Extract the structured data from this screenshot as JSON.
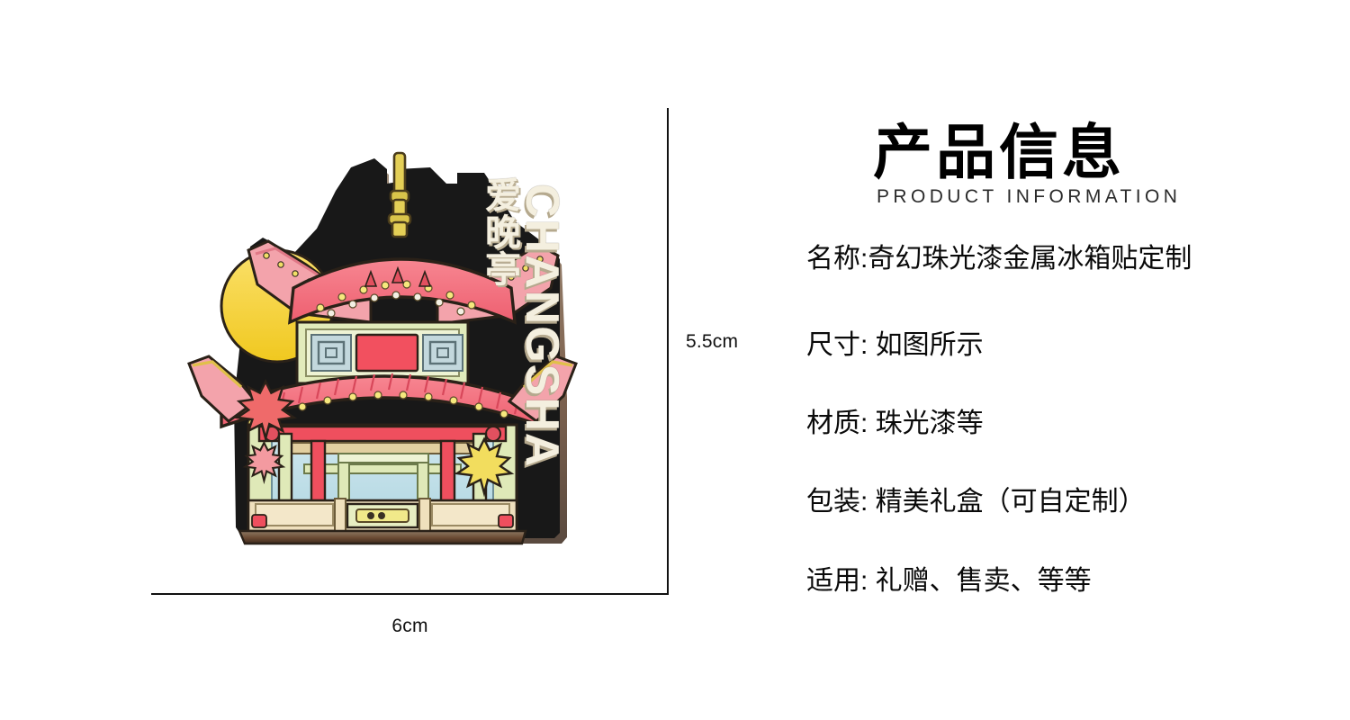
{
  "page": {
    "background_color": "#ffffff"
  },
  "product_photo": {
    "alt_name": "changsha-aiwan-pavilion-fridge-magnet",
    "magnet_text": {
      "chinese_vertical": "爱晚亭",
      "english_vertical": "CHANGSHA"
    },
    "colors": {
      "outline_black": "#1a1a1a",
      "roof_coral": "#f4737f",
      "roof_pink": "#f09aa4",
      "sun_yellow": "#f5d033",
      "finial_gold": "#ddc84a",
      "pillar_red": "#ef4f5e",
      "wall_green": "#d6e3ae",
      "interior_blue": "#bcdde6",
      "balustrade_cream": "#efe0bd",
      "plaque_cream": "#f4efdf",
      "base_brown": "#6b4a33",
      "leaf_red": "#ef6a6a",
      "leaf_yellow": "#f2dd5e"
    }
  },
  "dimensions": {
    "width_label": "6cm",
    "height_label": "5.5cm"
  },
  "info": {
    "title": "产品信息",
    "subtitle": "PRODUCT INFORMATION",
    "specs": [
      "名称:奇幻珠光漆金属冰箱贴定制",
      "尺寸: 如图所示",
      "材质: 珠光漆等",
      "包装: 精美礼盒（可自定制）",
      "适用: 礼赠、售卖、等等"
    ]
  }
}
